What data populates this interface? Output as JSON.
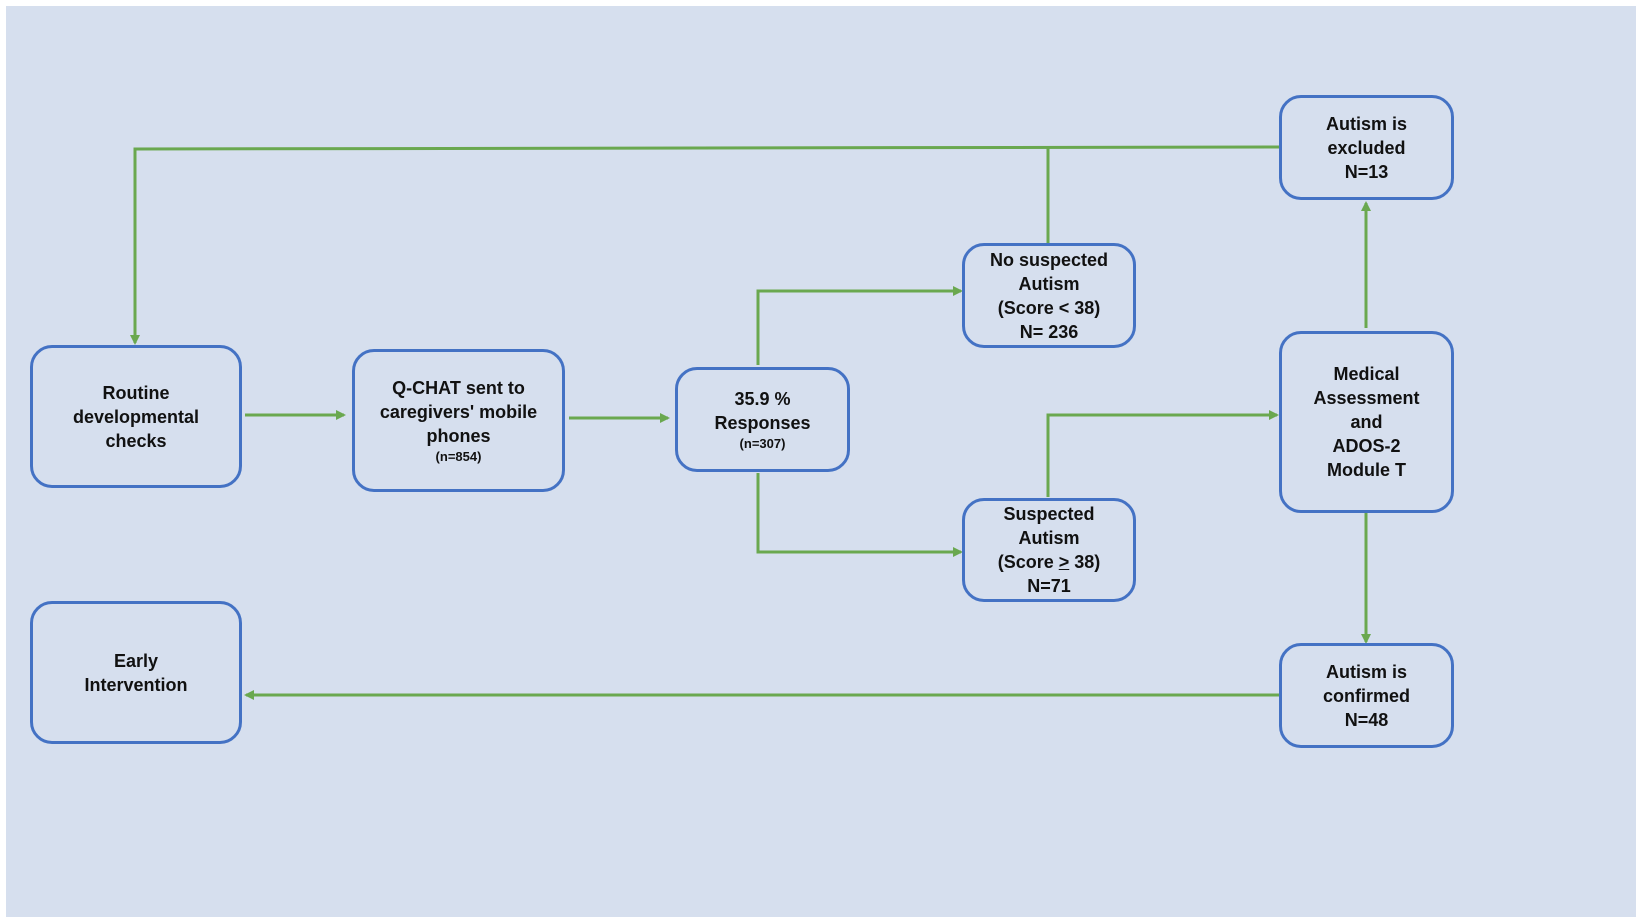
{
  "colors": {
    "background": "#d6dfee",
    "box_border": "#4472c4",
    "arrow": "#6aa84f",
    "text": "#111111"
  },
  "nodes": {
    "routine": {
      "lines": [
        "Routine",
        "developmental",
        "checks"
      ]
    },
    "qchat": {
      "lines": [
        "Q-CHAT sent to",
        "caregivers' mobile",
        "phones"
      ],
      "note": "(n=854)"
    },
    "responses": {
      "lines": [
        "35.9 %",
        "Responses"
      ],
      "note": "(n=307)"
    },
    "no_suspected": {
      "lines": [
        "No suspected",
        "Autism",
        "(Score < 38)",
        "N= 236"
      ]
    },
    "suspected": {
      "line1": "Suspected",
      "line2": "Autism",
      "line3_pre": "(Score ",
      "line3_sym": ">",
      "line3_post": " 38)",
      "line4": "N=71"
    },
    "excluded": {
      "lines": [
        "Autism is",
        "excluded",
        "N=13"
      ]
    },
    "assessment": {
      "lines": [
        "Medical",
        "Assessment",
        "and",
        "ADOS-2",
        "Module T"
      ]
    },
    "confirmed": {
      "lines": [
        "Autism is",
        "confirmed",
        "N=48"
      ]
    },
    "early": {
      "lines": [
        "Early",
        "Intervention"
      ]
    }
  }
}
